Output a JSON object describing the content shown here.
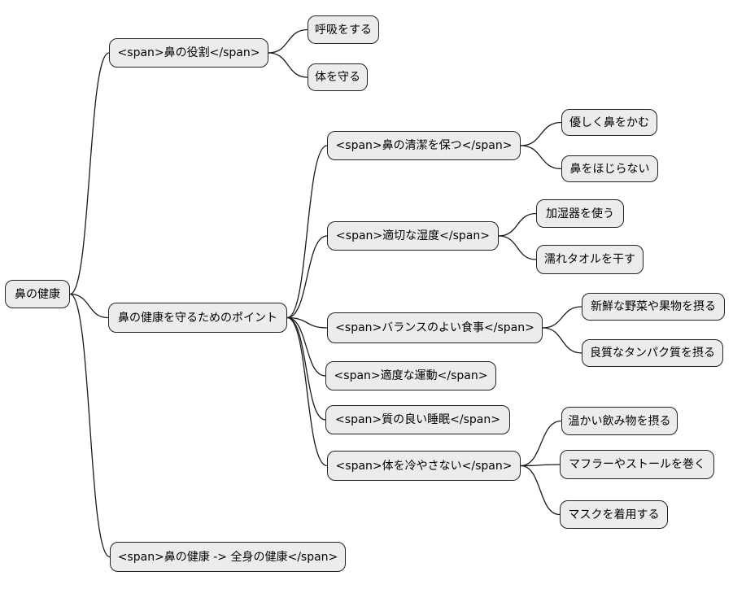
{
  "mindmap": {
    "style": {
      "node_fill": "#ececec",
      "node_border": "#222222",
      "edge_color": "#1a1a1a",
      "background": "#ffffff",
      "text_color": "#000000"
    },
    "root": {
      "label": "鼻の健康"
    },
    "branches": [
      {
        "label": "<span>鼻の役割</span>",
        "children": [
          {
            "label": "呼吸をする"
          },
          {
            "label": "体を守る"
          }
        ]
      },
      {
        "label": "鼻の健康を守るためのポイント",
        "children": [
          {
            "label": "<span>鼻の清潔を保つ</span>",
            "children": [
              {
                "label": "優しく鼻をかむ"
              },
              {
                "label": "鼻をほじらない"
              }
            ]
          },
          {
            "label": "<span>適切な湿度</span>",
            "children": [
              {
                "label": "加湿器を使う"
              },
              {
                "label": "濡れタオルを干す"
              }
            ]
          },
          {
            "label": "<span>バランスのよい食事</span>",
            "children": [
              {
                "label": "新鮮な野菜や果物を摂る"
              },
              {
                "label": "良質なタンパク質を摂る"
              }
            ]
          },
          {
            "label": "<span>適度な運動</span>"
          },
          {
            "label": "<span>質の良い睡眠</span>"
          },
          {
            "label": "<span>体を冷やさない</span>",
            "children": [
              {
                "label": "温かい飲み物を摂る"
              },
              {
                "label": "マフラーやストールを巻く"
              },
              {
                "label": "マスクを着用する"
              }
            ]
          }
        ]
      },
      {
        "label": "<span>鼻の健康 -> 全身の健康</span>"
      }
    ]
  }
}
